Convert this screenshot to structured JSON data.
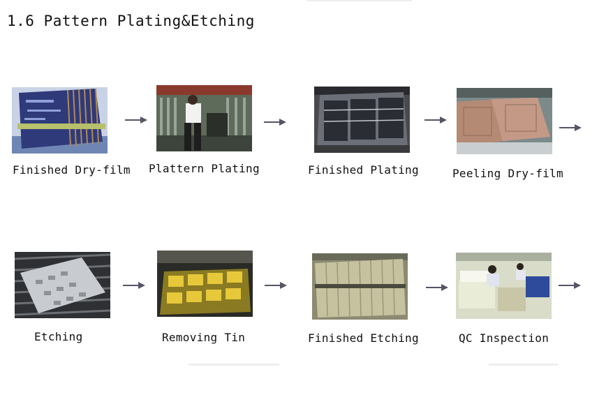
{
  "title": "1.6 Pattern Plating&Etching",
  "arrow_color": "#555566",
  "steps": [
    {
      "label": "Finished Dry-film"
    },
    {
      "label": "Plattern Plating"
    },
    {
      "label": "Finished Plating"
    },
    {
      "label": "Peeling Dry-film"
    },
    {
      "label": "Etching"
    },
    {
      "label": "Removing Tin"
    },
    {
      "label": "Finished Etching"
    },
    {
      "label": "QC Inspection"
    }
  ]
}
